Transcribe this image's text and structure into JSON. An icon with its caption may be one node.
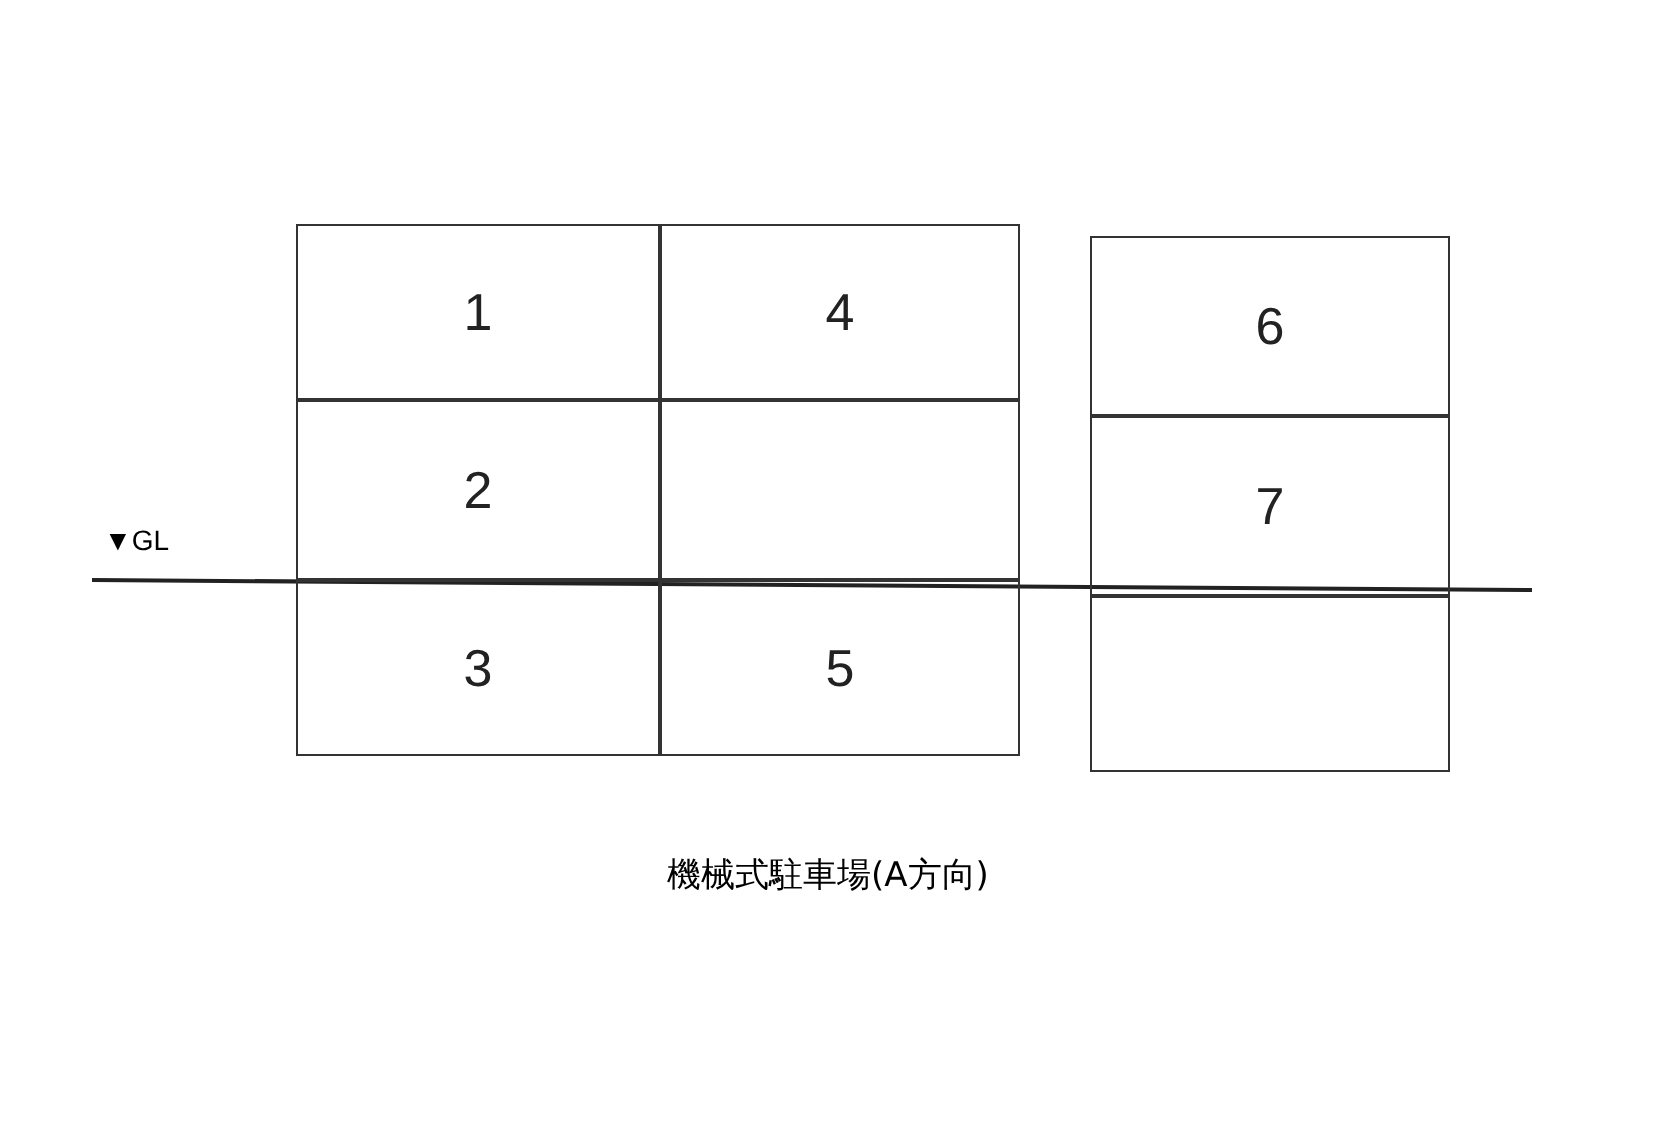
{
  "diagram": {
    "caption": "機械式駐車場(A方向)",
    "nodes": [
      {
        "text": [
          "1"
        ]
      },
      {
        "text": [
          "4"
        ]
      },
      {
        "text": [
          "2"
        ]
      },
      {
        "text": [],
        "shape": "box"
      },
      {
        "text": [
          "3"
        ]
      },
      {
        "text": [
          "5"
        ]
      },
      {
        "text": [
          "6"
        ]
      },
      {
        "text": [
          "7"
        ]
      },
      {
        "text": [],
        "shape": "box"
      }
    ],
    "edges": [],
    "labels": [
      "▼GL"
    ]
  }
}
